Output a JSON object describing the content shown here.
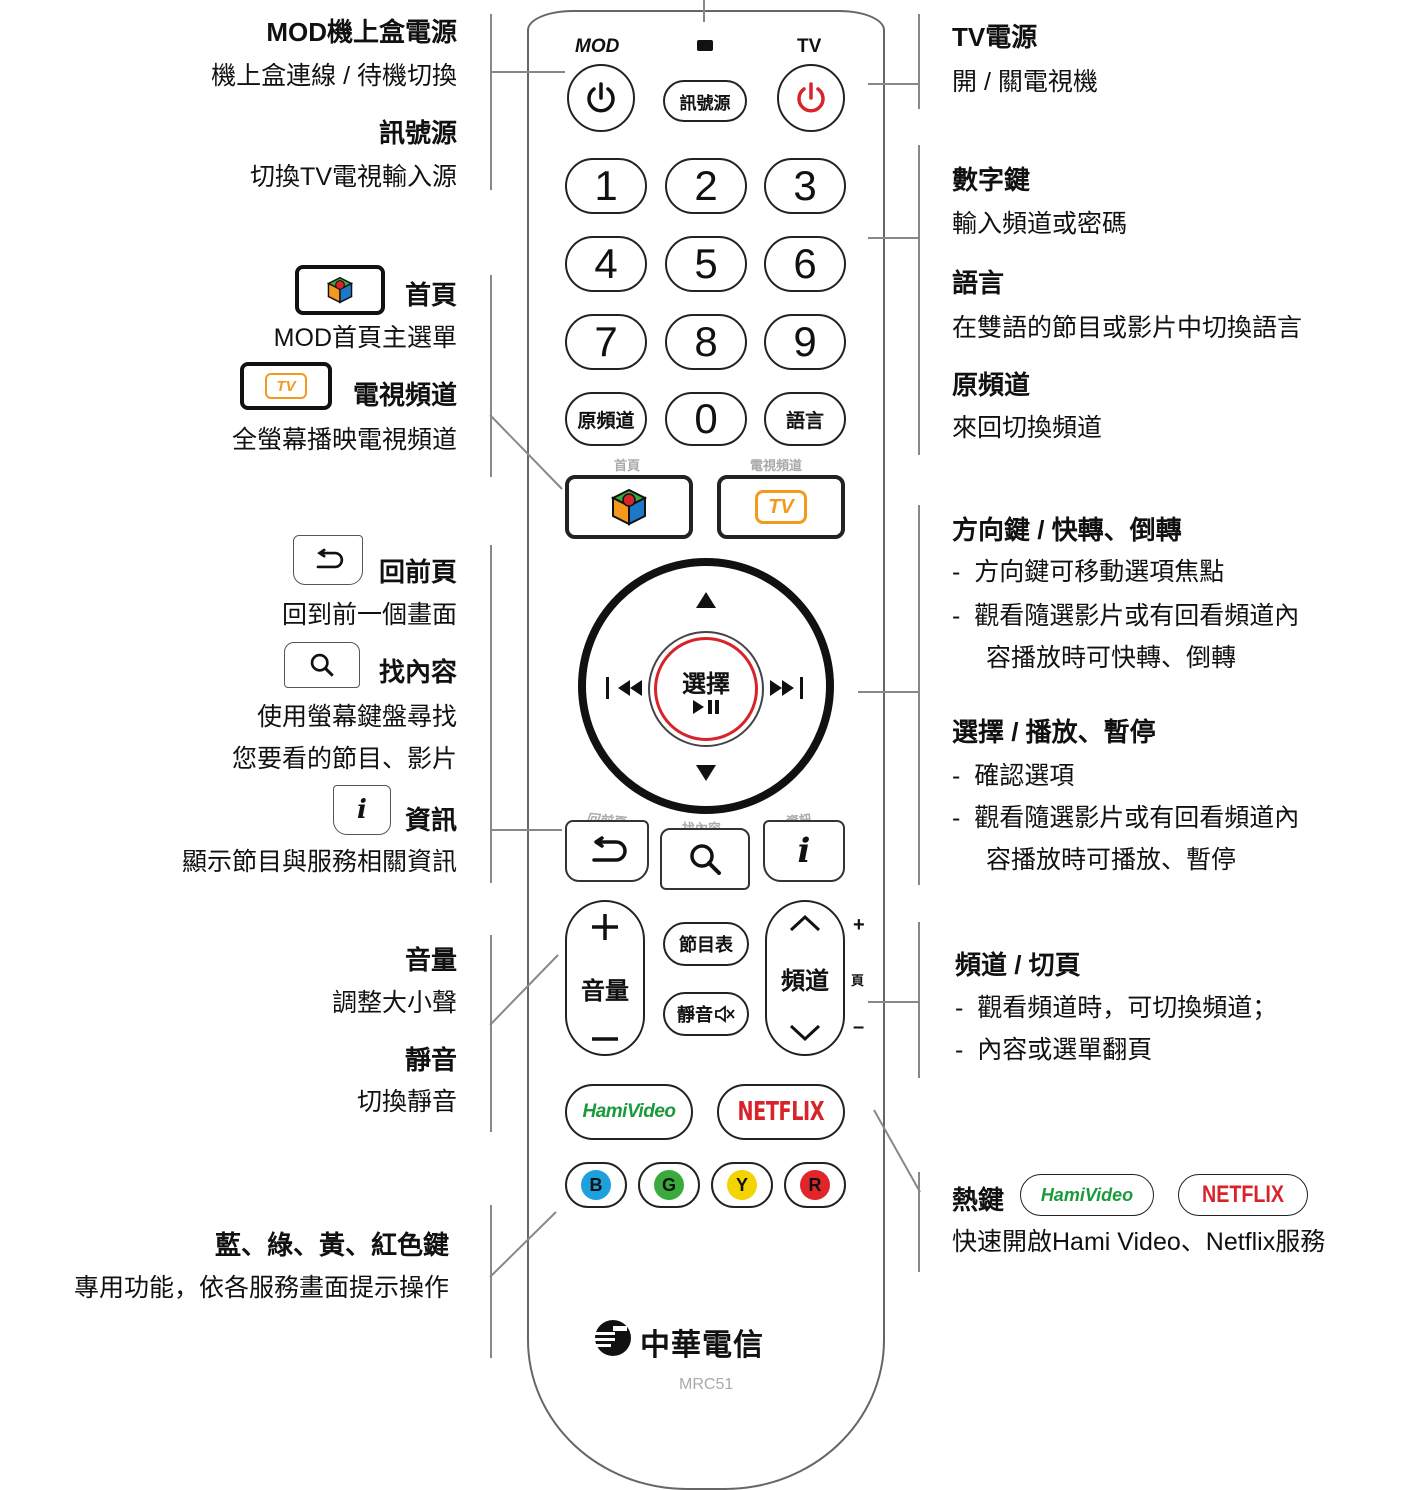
{
  "left": {
    "mod_power": {
      "title": "MOD機上盒電源",
      "desc": "機上盒連線 / 待機切換"
    },
    "source": {
      "title": "訊號源",
      "desc": "切換TV電視輸入源"
    },
    "home": {
      "title": "首頁",
      "desc": "MOD首頁主選單"
    },
    "tv_channel": {
      "title": "電視頻道",
      "desc": "全螢幕播映電視頻道"
    },
    "back": {
      "title": "回前頁",
      "desc": "回到前一個畫面"
    },
    "search": {
      "title": "找內容",
      "desc1": "使用螢幕鍵盤尋找",
      "desc2": "您要看的節目、影片"
    },
    "info": {
      "title": "資訊",
      "desc": "顯示節目與服務相關資訊"
    },
    "volume": {
      "title": "音量",
      "desc": "調整大小聲"
    },
    "mute": {
      "title": "靜音",
      "desc": "切換靜音"
    },
    "colors": {
      "title": "藍、綠、黃、紅色鍵",
      "desc": "專用功能，依各服務畫面提示操作"
    }
  },
  "right": {
    "tv_power": {
      "title": "TV電源",
      "desc": "開 / 關電視機"
    },
    "numbers": {
      "title": "數字鍵",
      "desc": "輸入頻道或密碼"
    },
    "language": {
      "title": "語言",
      "desc": "在雙語的節目或影片中切換語言"
    },
    "last_channel": {
      "title": "原頻道",
      "desc": "來回切換頻道"
    },
    "direction": {
      "title": "方向鍵 / 快轉、倒轉",
      "items": [
        "方向鍵可移動選項焦點",
        "觀看隨選影片或有回看頻道內",
        "容播放時可快轉、倒轉"
      ]
    },
    "select": {
      "title": "選擇 / 播放、暫停",
      "items": [
        "確認選項",
        "觀看隨選影片或有回看頻道內",
        "容播放時可播放、暫停"
      ]
    },
    "channel": {
      "title": "頻道 / 切頁",
      "items": [
        "觀看頻道時，可切換頻道；",
        "內容或選單翻頁"
      ]
    },
    "hotkeys": {
      "title": "熱鍵",
      "desc": "快速開啟Hami Video、Netflix服務"
    }
  },
  "remote": {
    "mod_label": "MOD",
    "tv_label": "TV",
    "source_btn": "訊號源",
    "digits": [
      "1",
      "2",
      "3",
      "4",
      "5",
      "6",
      "7",
      "8",
      "9"
    ],
    "zero": "0",
    "last_channel_btn": "原頻道",
    "language_btn": "語言",
    "home_small": "首頁",
    "tvch_small": "電視頻道",
    "tv_logo": "TV",
    "select_btn": "選擇",
    "back_small": "回前頁",
    "search_small": "找內容",
    "info_small": "資訊",
    "info_glyph": "i",
    "volume_label": "音量",
    "epg_btn": "節目表",
    "mute_btn": "靜音",
    "channel_label": "頻道",
    "page_plus": "+",
    "page_label": "頁",
    "page_minus": "–",
    "hami": "HamiVideo",
    "netflix": "NETFLIX",
    "color_keys": [
      {
        "label": "B",
        "color": "#1ea0dc"
      },
      {
        "label": "G",
        "color": "#3aaa3c"
      },
      {
        "label": "Y",
        "color": "#f2d400"
      },
      {
        "label": "R",
        "color": "#e0262b"
      }
    ],
    "brand": "中華電信",
    "model": "MRC51",
    "accent_red": "#d8232a",
    "accent_orange": "#f39a1e",
    "accent_green": "#1a9a3a"
  },
  "icons": [
    "power-icon",
    "tv-power-icon",
    "led-indicator",
    "home-cube-icon",
    "tv-logo-icon",
    "up-arrow-icon",
    "down-arrow-icon",
    "rewind-icon",
    "fast-forward-icon",
    "play-pause-icon",
    "back-arrow-icon",
    "search-icon",
    "info-icon",
    "plus-icon",
    "minus-icon",
    "chevron-up-icon",
    "chevron-down-icon",
    "mute-icon",
    "cht-logo-icon"
  ]
}
